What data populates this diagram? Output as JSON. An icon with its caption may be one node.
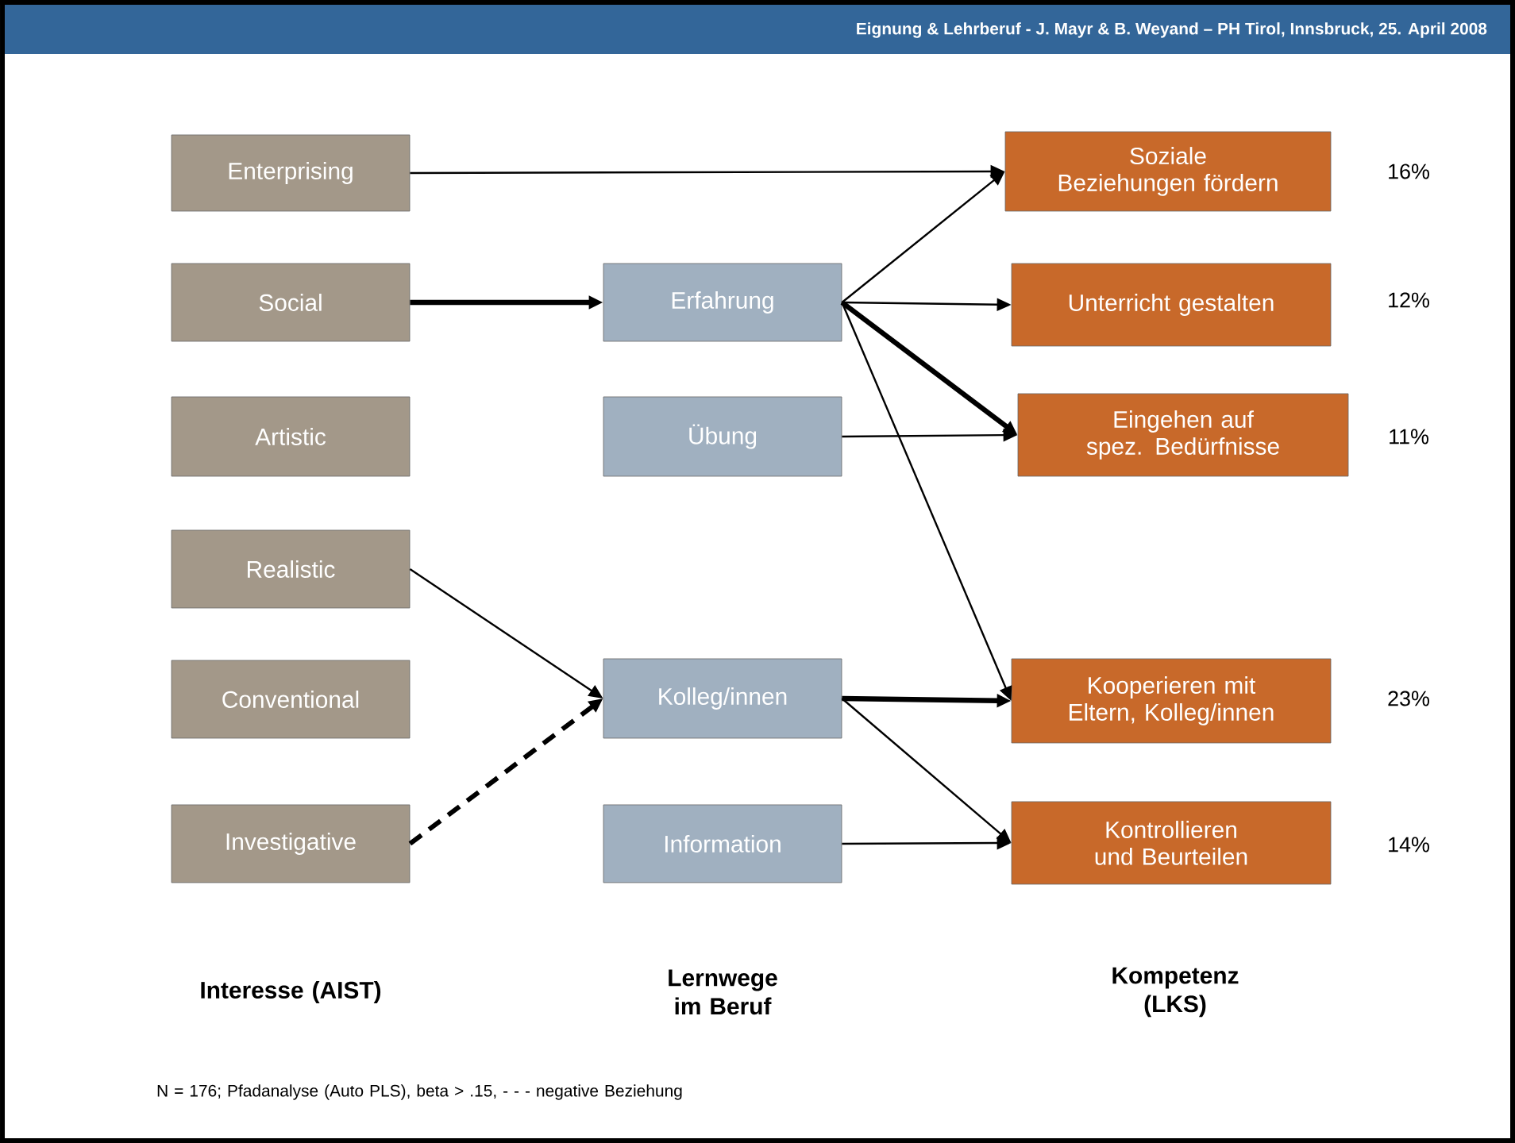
{
  "diagram": {
    "title": "Eignung & Lehrberuf - J. Mayr & B. Weyand – PH Tirol, Innsbruck,  25. April 2008",
    "nodes": [
      {
        "text": [
          "Enterprising"
        ]
      },
      {
        "text": [
          "Social"
        ]
      },
      {
        "text": [
          "Artistic"
        ]
      },
      {
        "text": [
          "Realistic"
        ]
      },
      {
        "text": [
          "Conventional"
        ]
      },
      {
        "text": [
          "Investigative"
        ]
      },
      {
        "text": [
          "Erfahrung"
        ]
      },
      {
        "text": [
          "Übung"
        ]
      },
      {
        "text": [
          "Kolleg/innen"
        ]
      },
      {
        "text": [
          "Information"
        ]
      },
      {
        "text": [
          "Soziale Beziehungen fördern"
        ],
        "beside": [
          "16%"
        ]
      },
      {
        "text": [
          "Unterricht gestalten"
        ],
        "beside": [
          "12%"
        ]
      },
      {
        "text": [
          "Eingehen auf spez. Bedürfnisse"
        ],
        "beside": [
          "11%"
        ]
      },
      {
        "text": [
          "Kooperieren mit Eltern, Kolleg/innen"
        ],
        "beside": [
          "23%"
        ]
      },
      {
        "text": [
          "Kontrollieren und Beurteilen"
        ],
        "beside": [
          "14%"
        ]
      }
    ],
    "edges": [
      {
        "from": 0,
        "to": 10,
        "arrow": "to"
      },
      {
        "from": 1,
        "to": 6,
        "arrow": "to",
        "style": "thick"
      },
      {
        "from": 6,
        "to": 10,
        "arrow": "to"
      },
      {
        "from": 6,
        "to": 11,
        "arrow": "to"
      },
      {
        "from": 6,
        "to": 12,
        "arrow": "to",
        "style": "thick"
      },
      {
        "from": 6,
        "to": 13,
        "arrow": "to"
      },
      {
        "from": 7,
        "to": 12,
        "arrow": "to"
      },
      {
        "from": 3,
        "to": 8,
        "arrow": "to"
      },
      {
        "from": 5,
        "to": 8,
        "arrow": "to",
        "style": "dashed"
      },
      {
        "from": 8,
        "to": 13,
        "arrow": "to",
        "style": "thick"
      },
      {
        "from": 8,
        "to": 14,
        "arrow": "to"
      },
      {
        "from": 9,
        "to": 14,
        "arrow": "to"
      }
    ],
    "labels": [
      "Interesse (AIST)",
      "Lernwege im Beruf",
      "Kompetenz (LKS)",
      "N = 176; Pfadanalyse (Auto PLS), beta > .15, - - - negative Beziehung"
    ]
  }
}
